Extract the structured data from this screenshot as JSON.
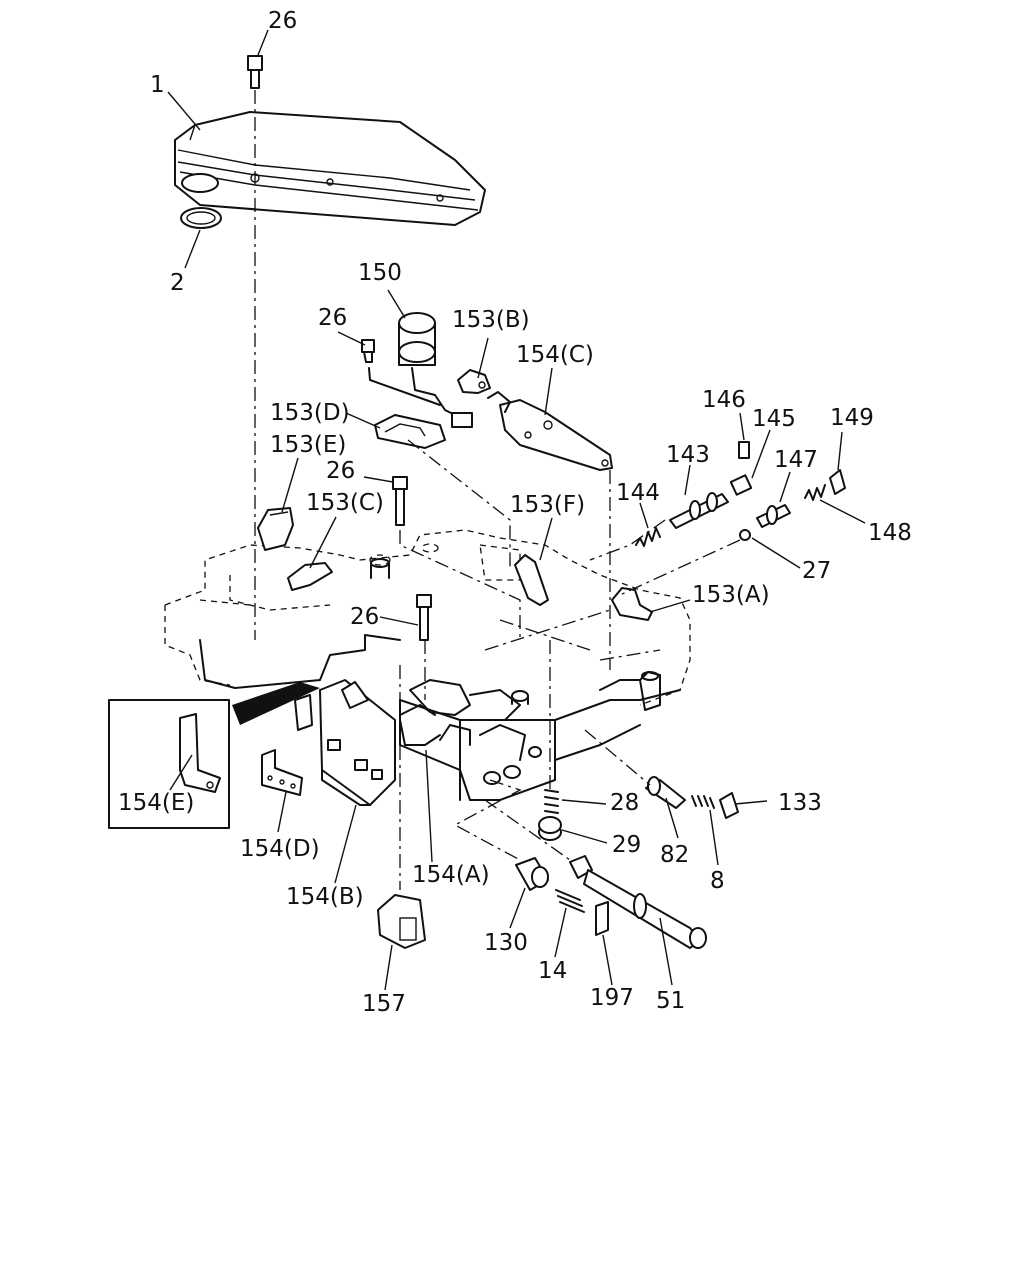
{
  "labels": {
    "l26a": "26",
    "l1": "1",
    "l2": "2",
    "l150": "150",
    "l26b": "26",
    "l153b": "153(B)",
    "l154c": "154(C)",
    "l153d": "153(D)",
    "l153e": "153(E)",
    "l26c": "26",
    "l153c": "153(C)",
    "l153f": "153(F)",
    "l146": "146",
    "l145": "145",
    "l149": "149",
    "l143": "143",
    "l147": "147",
    "l144": "144",
    "l148": "148",
    "l27": "27",
    "l153a": "153(A)",
    "l26d": "26",
    "l154e": "154(E)",
    "l28": "28",
    "l133": "133",
    "l154d": "154(D)",
    "l29": "29",
    "l82": "82",
    "l154a": "154(A)",
    "l8": "8",
    "l154b": "154(B)",
    "l130": "130",
    "l14": "14",
    "l197": "197",
    "l51": "51",
    "l157": "157"
  }
}
